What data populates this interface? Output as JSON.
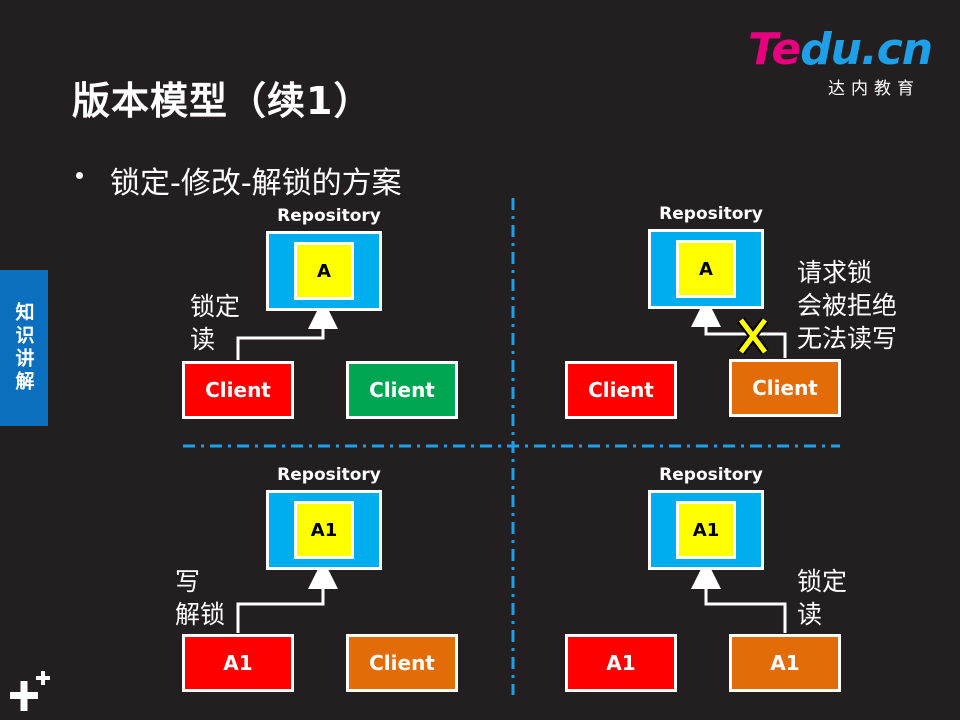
{
  "title": "版本模型（续1）",
  "bullet": "锁定-修改-解锁的方案",
  "logo": {
    "brand": "Te",
    "rest": "du.cn",
    "sub": "达内教育"
  },
  "side_tab": "知识讲解",
  "colors": {
    "repository": "#00aeef",
    "file": "#ffff00",
    "client_red": "#ff0000",
    "client_green": "#00a651",
    "client_orange": "#e36c09",
    "divider": "#1ea0e8"
  },
  "panels": [
    {
      "repository_label": "Repository",
      "file_label": "A",
      "clients": [
        "Client",
        "Client"
      ],
      "annotation": [
        "锁定",
        "读"
      ]
    },
    {
      "repository_label": "Repository",
      "file_label": "A",
      "clients": [
        "Client",
        "Client"
      ],
      "annotation": [
        "请求锁",
        "会被拒绝",
        "无法读写"
      ],
      "blocked_mark": "X"
    },
    {
      "repository_label": "Repository",
      "file_label": "A1",
      "clients": [
        "A1",
        "Client"
      ],
      "annotation": [
        "写",
        "解锁"
      ]
    },
    {
      "repository_label": "Repository",
      "file_label": "A1",
      "clients": [
        "A1",
        "A1"
      ],
      "annotation": [
        "锁定",
        "读"
      ]
    }
  ]
}
